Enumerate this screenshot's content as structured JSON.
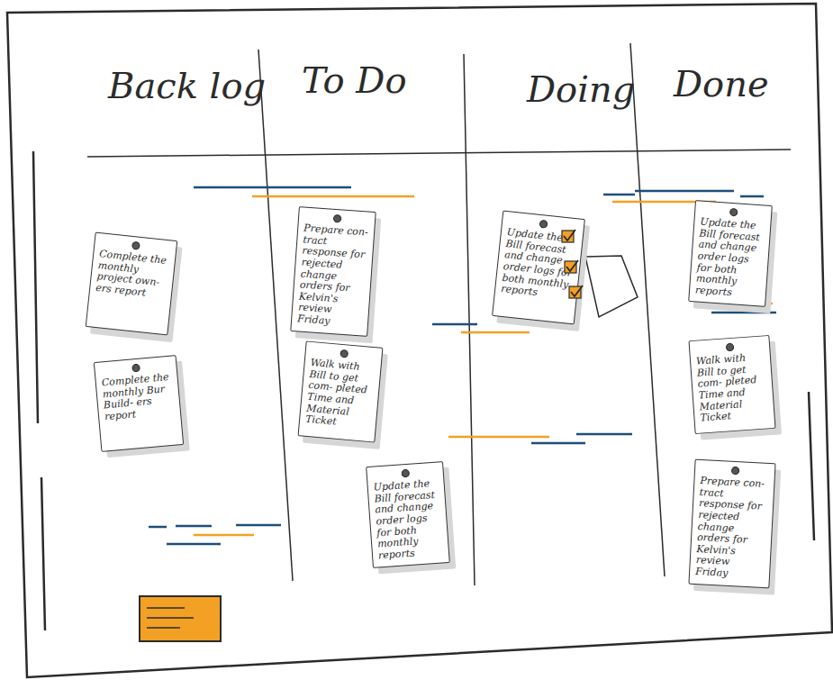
{
  "diagram": {
    "nodes": [
      {
        "text": [
          "Complete the monthly project own- ers report"
        ]
      },
      {
        "text": [
          "Complete the monthly Bur Build- ers report"
        ]
      },
      {
        "text": [
          "Prepare con- tract response for rejected change orders for Kelvin's review Friday"
        ]
      },
      {
        "text": [
          "Walk with Bill to get com- pleted Time and Material Ticket"
        ]
      },
      {
        "text": [
          "Update the Bill forecast and change order logs for both monthly reports"
        ]
      },
      {
        "text": [
          "Update the Bill forecast and change order logs for both monthly reports"
        ]
      },
      {
        "text": [
          "Update the Bill forecast and change order logs for both monthly reports"
        ]
      },
      {
        "text": [
          "Walk with Bill to get com- pleted Time and Material Ticket"
        ]
      },
      {
        "text": [
          "Prepare con- tract response for rejected change orders for Kelvin's review Friday"
        ]
      }
    ],
    "labels": [
      "Back log",
      "To Do",
      "Doing",
      "Done"
    ]
  }
}
